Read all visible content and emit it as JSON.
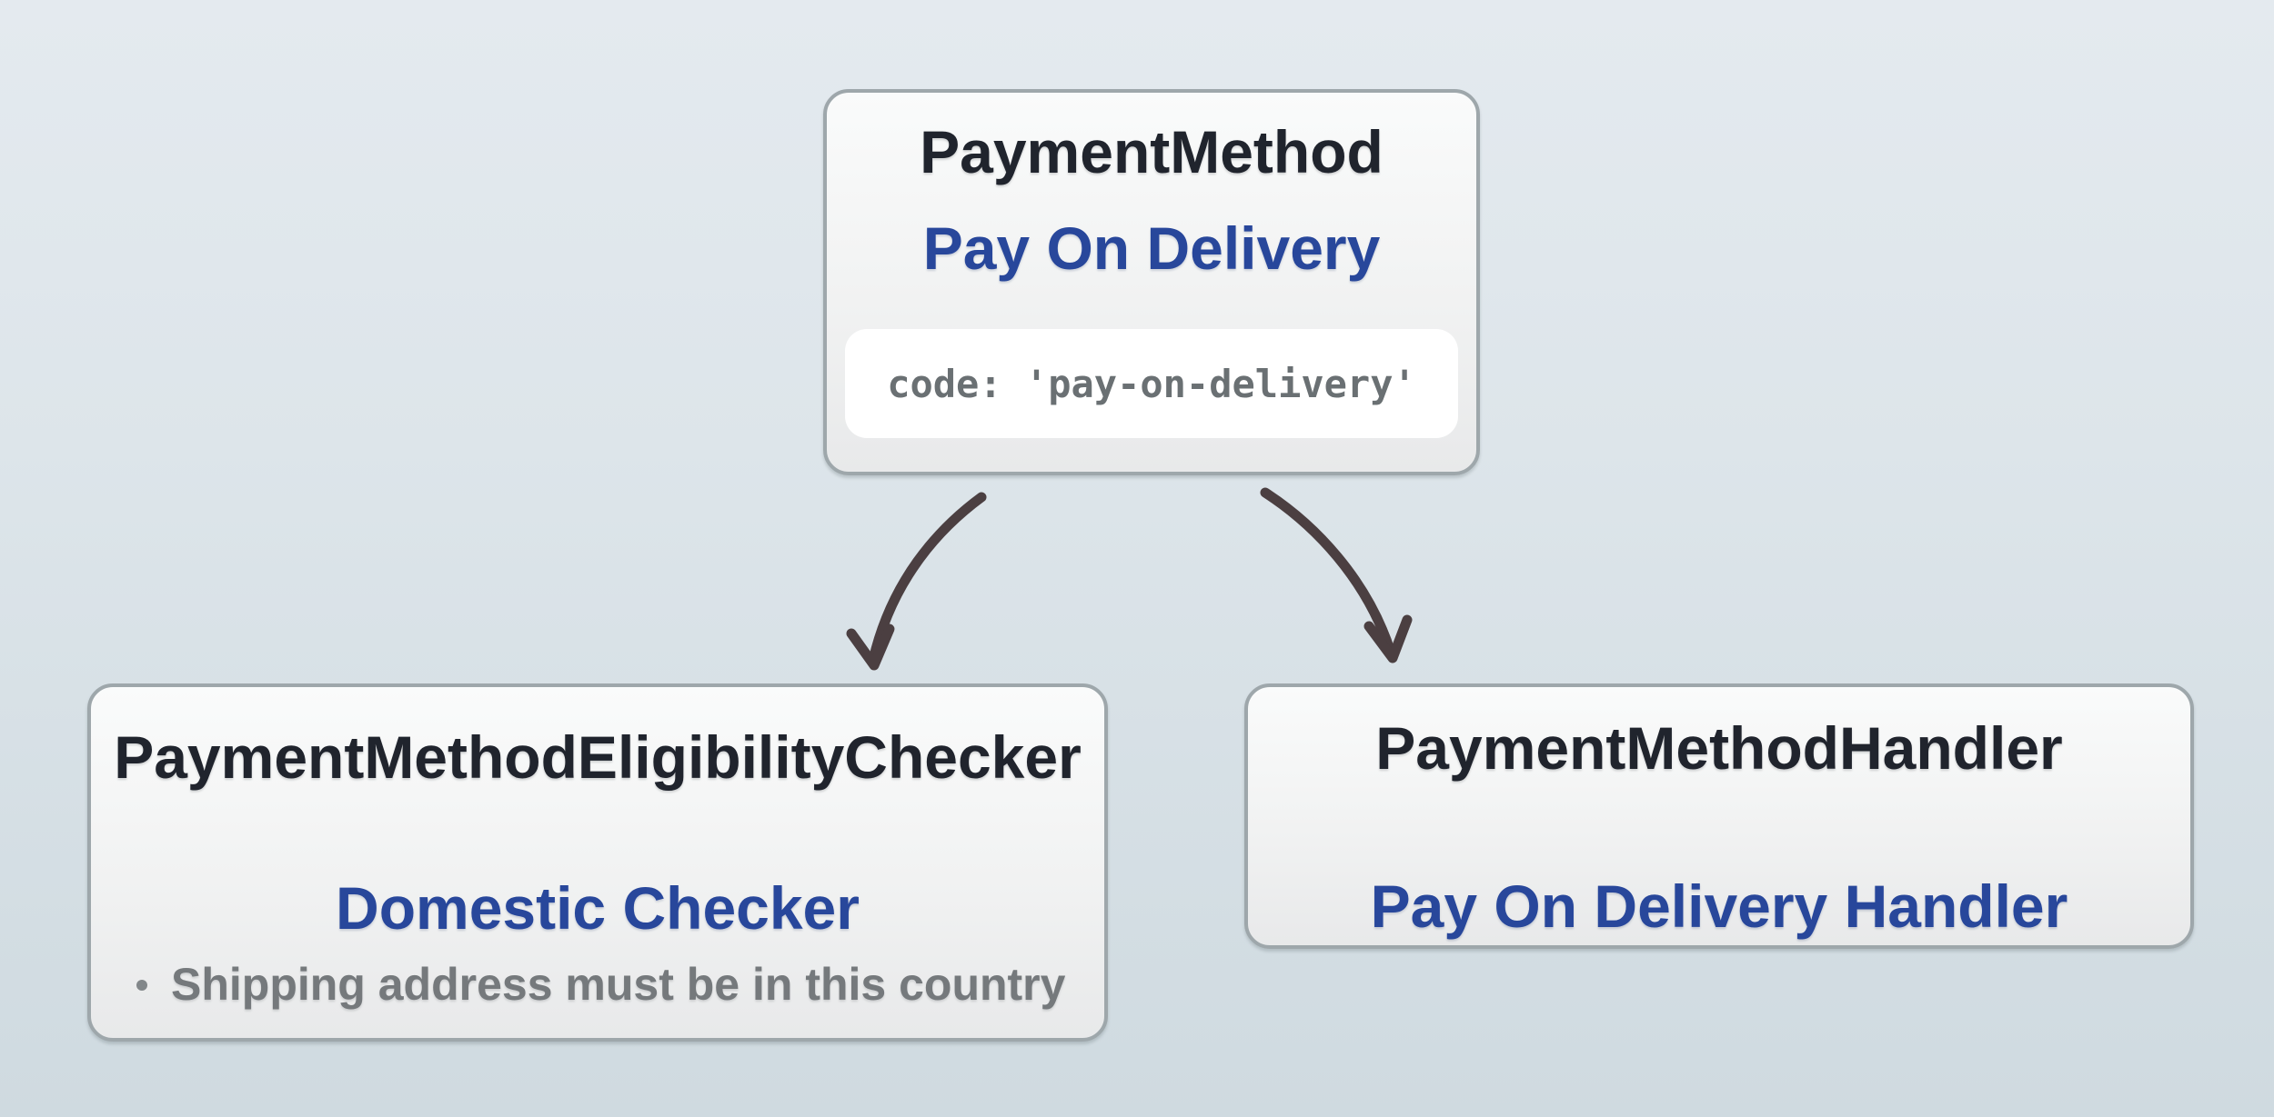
{
  "diagram": {
    "nodes": {
      "payment_method": {
        "title": "PaymentMethod",
        "subtitle": "Pay On Delivery",
        "code": "code: 'pay-on-delivery'"
      },
      "eligibility_checker": {
        "title": "PaymentMethodEligibilityChecker",
        "subtitle": "Domestic Checker",
        "bullets": [
          "Shipping address must be in this country"
        ]
      },
      "handler": {
        "title": "PaymentMethodHandler",
        "subtitle": "Pay On Delivery Handler"
      }
    },
    "edges": [
      {
        "from": "payment_method",
        "to": "eligibility_checker"
      },
      {
        "from": "payment_method",
        "to": "handler"
      }
    ],
    "colors": {
      "title_text": "#20242d",
      "subtitle_text": "#28479b",
      "code_text": "#6a7073",
      "code_pill_bg": "#ffffff",
      "bullet_text": "#75797c",
      "node_border": "#9ea7ab",
      "node_bg_top": "#fafbfb",
      "node_bg_bottom": "#e8e9ea",
      "arrow": "#4b3f41",
      "background_top": "#e4eaef",
      "background_bottom": "#cfdae0"
    }
  }
}
